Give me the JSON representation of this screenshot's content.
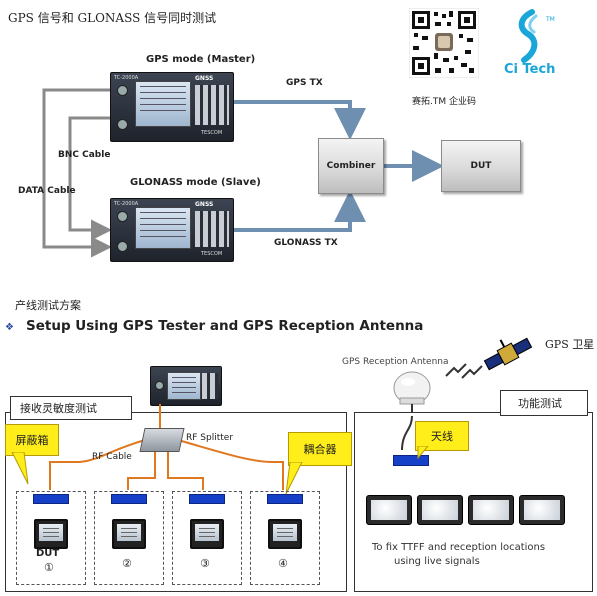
{
  "top": {
    "title": "GPS 信号和 GLONASS 信号同时测试",
    "gps_mode_label": "GPS mode (Master)",
    "glonass_mode_label": "GLONASS mode (Slave)",
    "gps_tx": "GPS TX",
    "glonass_tx": "GLONASS TX",
    "combiner": "Combiner",
    "dut": "DUT",
    "bnc_cable": "BNC Cable",
    "data_cable": "DATA Cable",
    "device_model": "TC-2000A",
    "device_brand": "GNSS",
    "device_maker": "TESCOM"
  },
  "brand": {
    "qr_caption": "赛拓.TM 企业码",
    "logo_text": "Ci Tech",
    "logo_tm": "TM",
    "logo_color": "#1aa6d8"
  },
  "bottom": {
    "section_title": "产线测试方案",
    "heading": "Setup Using GPS Tester and GPS Reception Antenna",
    "bullet": "❖",
    "antenna_label": "GPS Reception Antenna",
    "satellite_label": "GPS 卫星",
    "rf_splitter": "RF Splitter",
    "rf_cable": "RF Cable",
    "left_box_title": "接收灵敏度测试",
    "right_box_title": "功能测试",
    "shield_box": "屏蔽箱",
    "coupler": "耦合器",
    "antenna_callout": "天线",
    "dut_label": "DUT",
    "slots": [
      "①",
      "②",
      "③",
      "④"
    ],
    "right_caption_1": "To fix TTFF and reception locations",
    "right_caption_2": "using live signals"
  },
  "colors": {
    "line_gray": "#8a8a8a",
    "arrow_blue": "#6f8fb0",
    "cable_orange": "#e07820",
    "callout_yellow": "#ffee1a",
    "coupler_blue": "#1740c9"
  }
}
